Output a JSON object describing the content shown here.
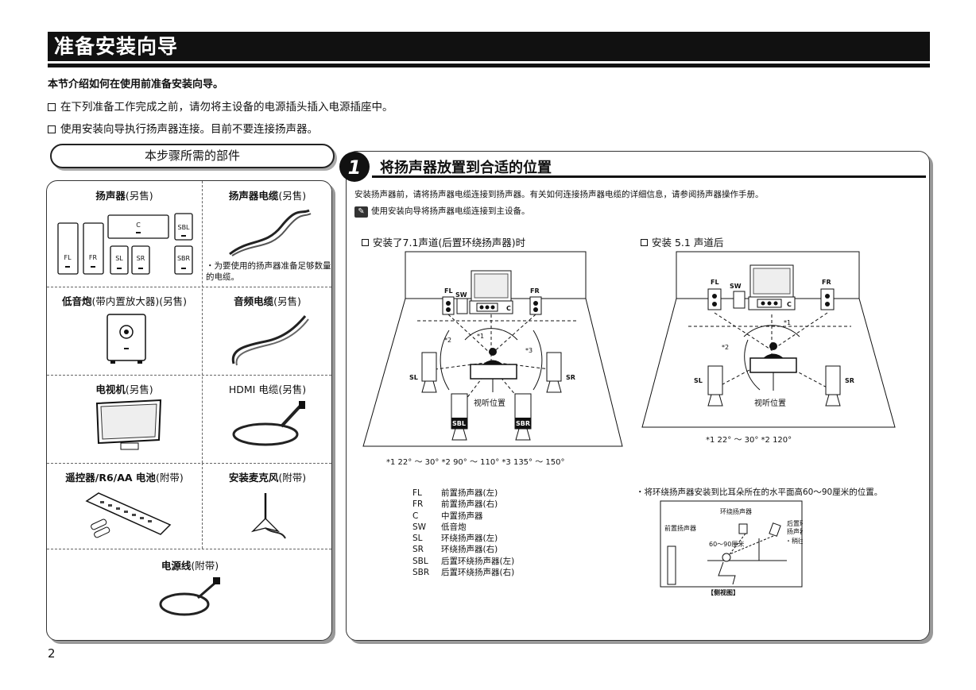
{
  "page": {
    "title": "准备安装向导",
    "intro": "本节介绍如何在使用前准备安装向导。",
    "notes": [
      "在下列准备工作完成之前，请勿将主设备的电源插头插入电源插座中。",
      "使用安装向导执行扬声器连接。目前不要连接扬声器。"
    ],
    "page_number": "2"
  },
  "parts": {
    "header": "本步骤所需的部件",
    "items": {
      "speakers": {
        "name": "扬声器",
        "tag": "(另售)",
        "labels": [
          "FL",
          "FR",
          "C",
          "SL",
          "SR",
          "SBL",
          "SBR"
        ]
      },
      "speaker_cable": {
        "name": "扬声器电缆",
        "tag": "(另售)",
        "note": "・为要使用的扬声器准备足够数量的电缆。"
      },
      "subwoofer": {
        "name": "低音炮",
        "tag": "(带内置放大器)(另售)"
      },
      "audio_cable": {
        "name": "音频电缆",
        "tag": "(另售)"
      },
      "tv": {
        "name": "电视机",
        "tag": "(另售)"
      },
      "hdmi_cable": {
        "name": "HDMI 电缆",
        "tag": "(另售)"
      },
      "remote": {
        "name": "遥控器/R6/AA 电池",
        "tag": "(附带)"
      },
      "mic": {
        "name": "安装麦克风",
        "tag": "(附带)"
      },
      "power_cord": {
        "name": "电源线",
        "tag": "(附带)"
      }
    }
  },
  "step": {
    "number": "1",
    "title": "将扬声器放置到合适的位置",
    "desc": "安装扬声器前，请将扬声器电缆连接到扬声器。有关如何连接扬声器电缆的详细信息，请参阅扬声器操作手册。",
    "tip": "使用安装向导将扬声器电缆连接到主设备。",
    "layout71": {
      "title": "安装了7.1声道(后置环绕扬声器)时",
      "listening": "视听位置",
      "marks": [
        "*1",
        "*2",
        "*3"
      ],
      "angles": "*1  22° ～ 30°   *2  90° ～ 110°   *3  135° ～ 150°"
    },
    "layout51": {
      "title": "安装 5.1 声道后",
      "listening": "视听位置",
      "marks": [
        "*1",
        "*2"
      ],
      "angles": "*1  22° ～ 30°   *2  120°"
    },
    "speaker_labels": {
      "fl": "FL",
      "fr": "FR",
      "sw": "SW",
      "c": "C",
      "sl": "SL",
      "sr": "SR",
      "sbl": "SBL",
      "sbr": "SBR"
    },
    "legend": [
      {
        "k": "FL",
        "v": "前置扬声器(左)"
      },
      {
        "k": "FR",
        "v": "前置扬声器(右)"
      },
      {
        "k": "C",
        "v": "中置扬声器"
      },
      {
        "k": "SW",
        "v": "低音炮"
      },
      {
        "k": "SL",
        "v": "环绕扬声器(左)"
      },
      {
        "k": "SR",
        "v": "环绕扬声器(右)"
      },
      {
        "k": "SBL",
        "v": "后置环绕扬声器(左)"
      },
      {
        "k": "SBR",
        "v": "后置环绕扬声器(右)"
      }
    ],
    "height_note": "・将环绕扬声器安装到比耳朵所在的水平面高60～90厘米的位置。",
    "side_view": {
      "surround": "环绕扬声器",
      "front": "前置扬声器",
      "rear_1": "后置环绕",
      "rear_2": "扬声器",
      "height": "60～90厘米",
      "tilt": "・稍往下倾斜",
      "caption": "【侧视图】"
    }
  }
}
